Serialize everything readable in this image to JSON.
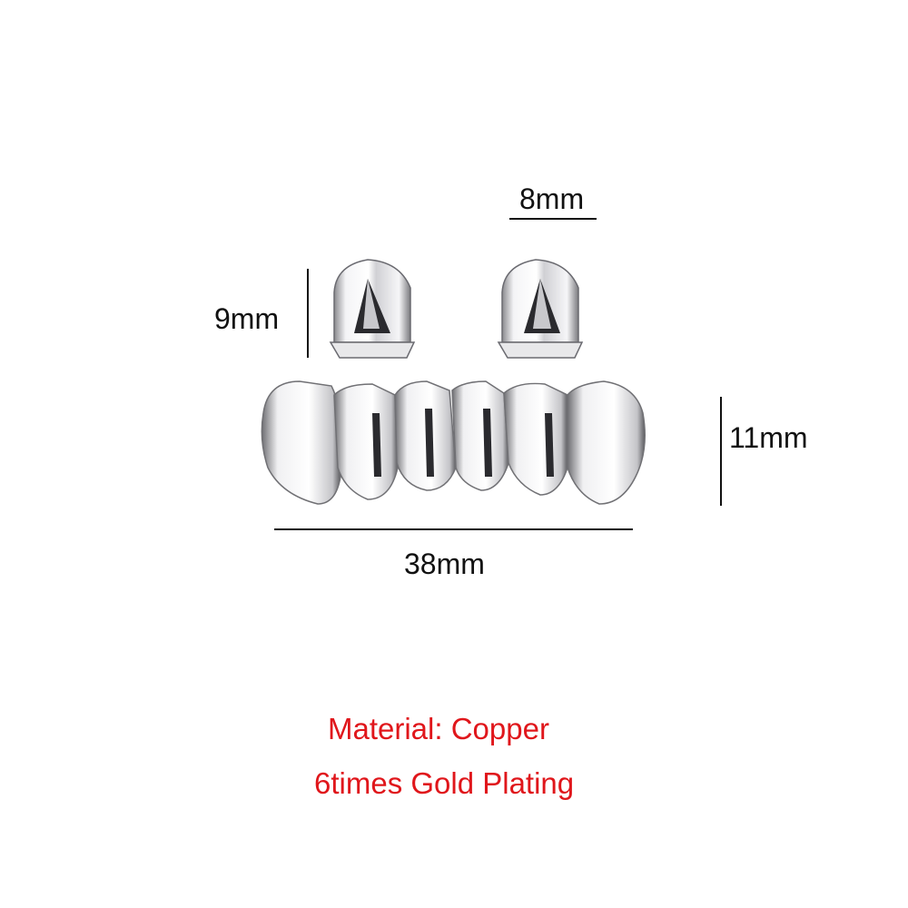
{
  "product": {
    "type": "grillz set",
    "finish_color": "#d9d9dc"
  },
  "dimensions": {
    "single_cap_width": "8mm",
    "single_cap_height": "9mm",
    "bottom_grill_height": "11mm",
    "bottom_grill_width": "38mm"
  },
  "specs": {
    "material": "Material: Copper",
    "plating": "6times Gold Plating",
    "text_color": "#e0161b"
  }
}
